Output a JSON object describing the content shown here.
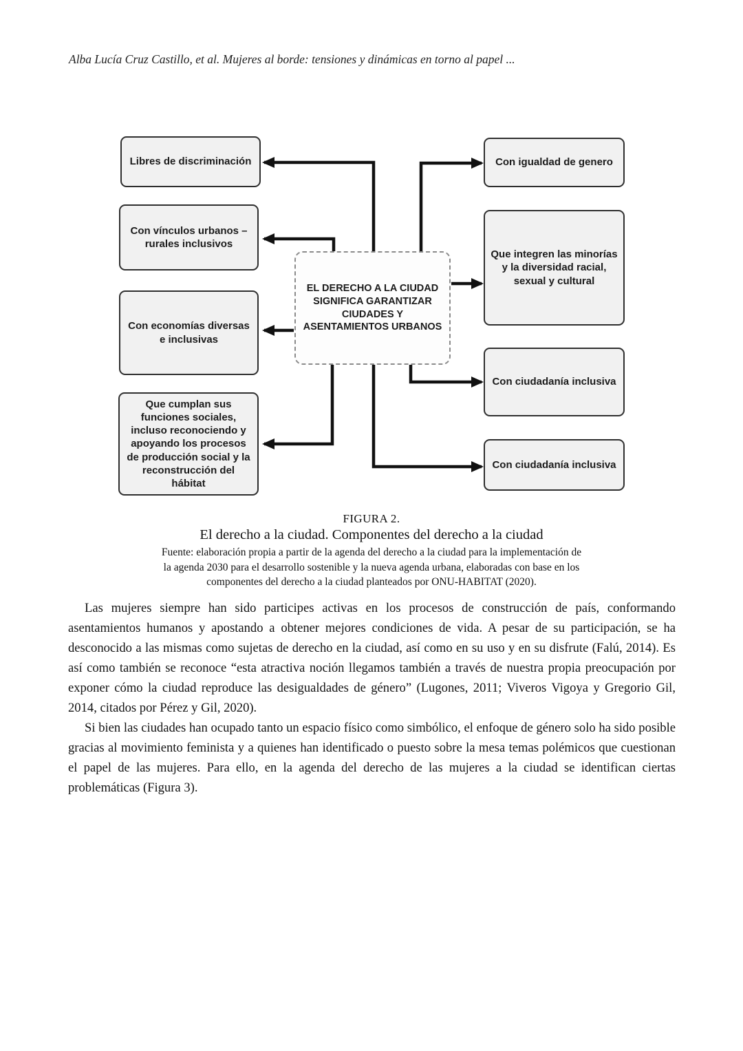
{
  "page": {
    "header": "Alba Lucía Cruz Castillo, et al. Mujeres al borde: tensiones y dinámicas en torno al papel ..."
  },
  "figure": {
    "center_label": "EL DERECHO A LA CIUDAD SIGNIFICA GARANTIZAR CIUDADES Y ASENTAMIENTOS URBANOS",
    "left_boxes": [
      {
        "label": "Libres de discriminación"
      },
      {
        "label": "Con vínculos urbanos – rurales inclusivos"
      },
      {
        "label": "Con economías diversas e inclusivas"
      },
      {
        "label": "Que cumplan sus funciones sociales, incluso reconociendo y apoyando los procesos de producción social y la reconstrucción del hábitat"
      }
    ],
    "right_boxes": [
      {
        "label": "Con igualdad de genero"
      },
      {
        "label": "Que integren las minorías y la diversidad racial, sexual y cultural"
      },
      {
        "label": "Con ciudadanía inclusiva"
      },
      {
        "label": "Con ciudadanía inclusiva"
      }
    ],
    "colors": {
      "box_fill": "#f1f1f1",
      "box_border": "#2e2e2e",
      "center_border": "#8a8a8a",
      "arrow": "#111111"
    }
  },
  "caption": {
    "figure_label": "FIGURA 2.",
    "title": "El derecho a la ciudad. Componentes del derecho a la ciudad",
    "source": "Fuente: elaboración propia a partir de la agenda del derecho a la ciudad para la implementación de la agenda 2030 para el desarrollo sostenible y la nueva agenda urbana, elaboradas con base en los componentes del derecho a la ciudad planteados por ONU-HABITAT (2020)."
  },
  "body": {
    "paragraphs": [
      "Las mujeres siempre han sido participes activas en los procesos de construcción de país, conformando asentamientos humanos y apostando a obtener mejores condiciones de vida. A pesar de su participación, se ha desconocido a las mismas como sujetas de derecho en la ciudad, así como en su uso y en su disfrute (Falú, 2014). Es así como también se reconoce “esta atractiva noción llegamos también a través de nuestra propia preocupación por exponer cómo la ciudad reproduce las desigualdades de género” (Lugones, 2011; Viveros Vigoya y Gregorio Gil, 2014, citados por Pérez y Gil, 2020).",
      "Si bien las ciudades han ocupado tanto un espacio físico como simbólico, el enfoque de género solo ha sido posible gracias al movimiento feminista y a quienes han identificado o puesto sobre la mesa temas polémicos que cuestionan el papel de las mujeres. Para ello, en la agenda del derecho de las mujeres a la ciudad se identifican ciertas problemáticas (Figura 3)."
    ]
  }
}
